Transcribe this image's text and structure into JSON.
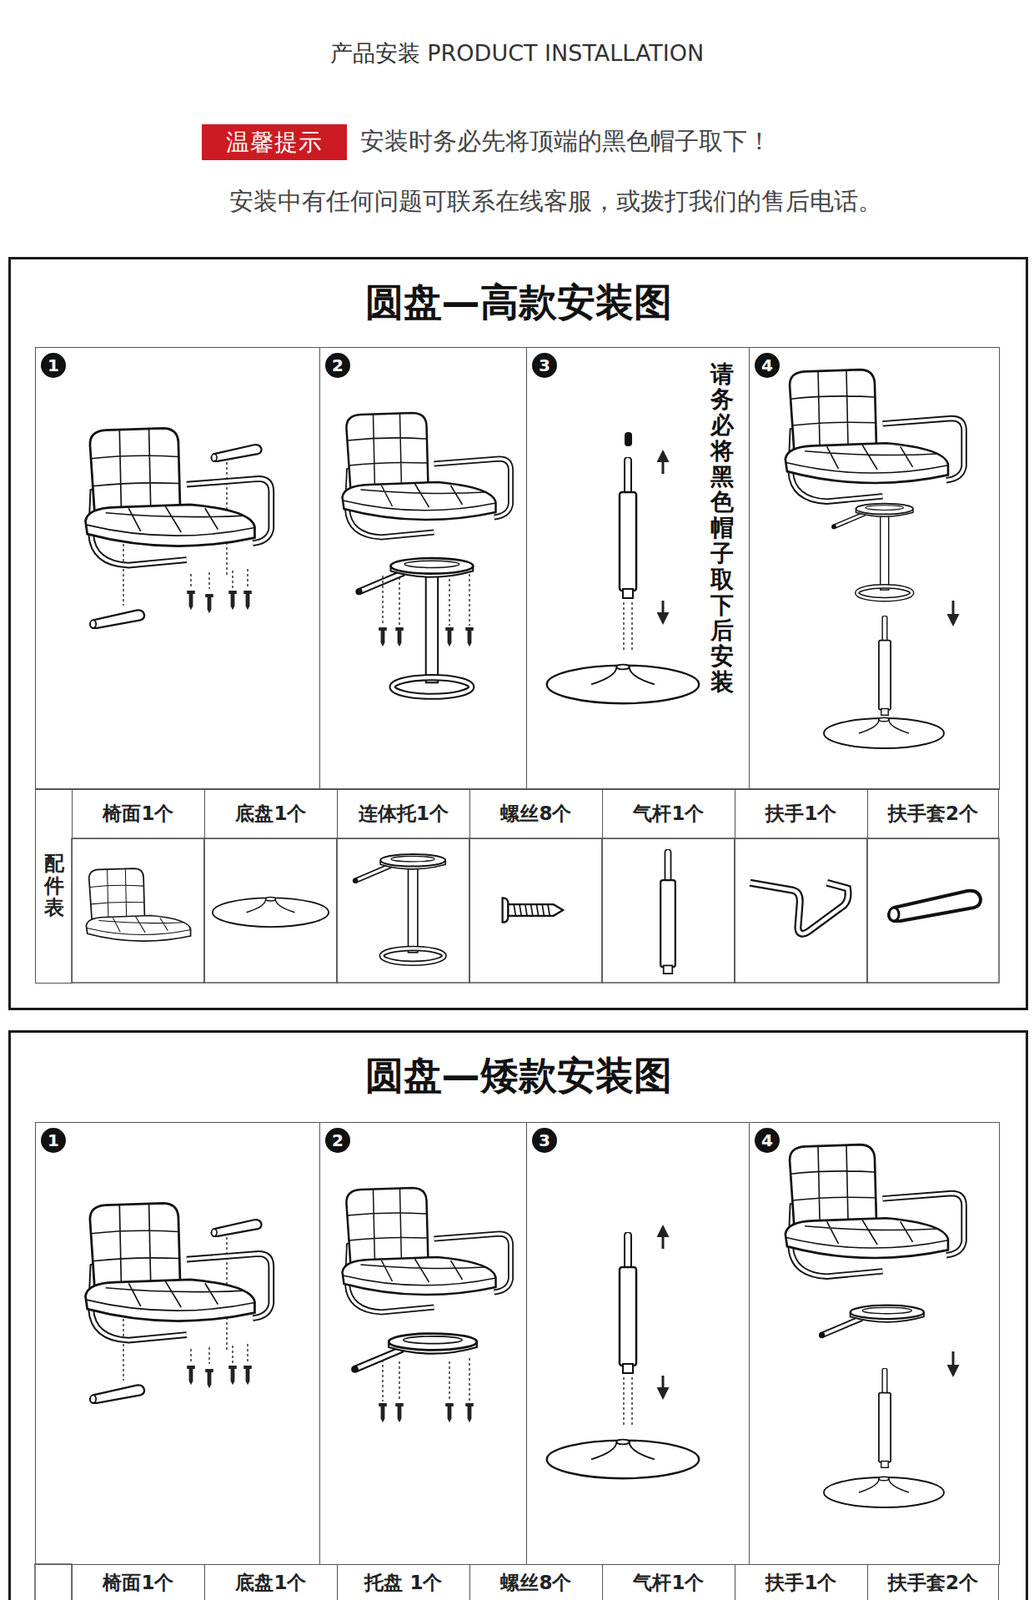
{
  "diagram": {
    "title": "产品安装 PRODUCT INSTALLATION",
    "nodes": [
      {
        "text": [
          "温馨提示"
        ]
      },
      {
        "text": [
          "圆盘—高款安装图"
        ]
      },
      {
        "text": [
          "1"
        ],
        "in": 1
      },
      {
        "text": [
          "2"
        ],
        "in": 1
      },
      {
        "text": [
          "3",
          "请务必将黑色帽子取下后安装"
        ],
        "in": 1
      },
      {
        "text": [
          "4"
        ],
        "in": 1
      },
      {
        "text": [
          "配件表"
        ],
        "in": 1
      },
      {
        "text": [
          "椅面1个"
        ],
        "in": 1
      },
      {
        "text": [
          "底盘1个"
        ],
        "in": 1
      },
      {
        "text": [
          "连体托1个"
        ],
        "in": 1
      },
      {
        "text": [
          "螺丝8个"
        ],
        "in": 1
      },
      {
        "text": [
          "气杆1个"
        ],
        "in": 1
      },
      {
        "text": [
          "扶手1个"
        ],
        "in": 1
      },
      {
        "text": [
          "扶手套2个"
        ],
        "in": 1
      },
      {
        "text": [
          "圆盘—矮款安装图"
        ]
      },
      {
        "text": [
          "1"
        ],
        "in": 14
      },
      {
        "text": [
          "2"
        ],
        "in": 14
      },
      {
        "text": [
          "3"
        ],
        "in": 14
      },
      {
        "text": [
          "4"
        ],
        "in": 14
      },
      {
        "text": [
          "椅面1个"
        ],
        "in": 14
      },
      {
        "text": [
          "底盘1个"
        ],
        "in": 14
      },
      {
        "text": [
          "托盘 1个"
        ],
        "in": 14
      },
      {
        "text": [
          "螺丝8个"
        ],
        "in": 14
      },
      {
        "text": [
          "气杆1个"
        ],
        "in": 14
      },
      {
        "text": [
          "扶手1个"
        ],
        "in": 14
      },
      {
        "text": [
          "扶手套2个"
        ],
        "in": 14
      }
    ],
    "labels": [
      "安装时务必先将顶端的黑色帽子取下！",
      "安装中有任何问题可联系在线客服，或拨打我们的售后电话。"
    ]
  }
}
